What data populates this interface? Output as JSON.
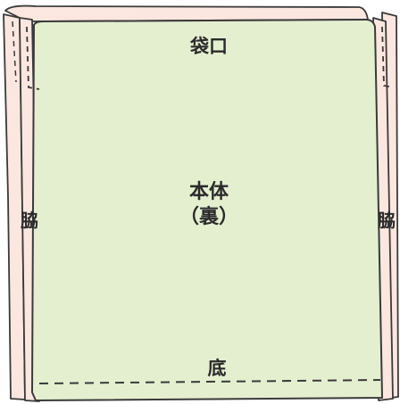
{
  "labels": {
    "opening": "袋口",
    "body_line1": "本体",
    "body_line2": "（裏）",
    "bottom": "底",
    "side_left": "脇",
    "side_right": "脇"
  },
  "colors": {
    "body_fill": "#e4efd0",
    "seam_allowance_fill": "#fbe7df",
    "outline": "#3a3a3a",
    "text": "#2b2b2b"
  }
}
